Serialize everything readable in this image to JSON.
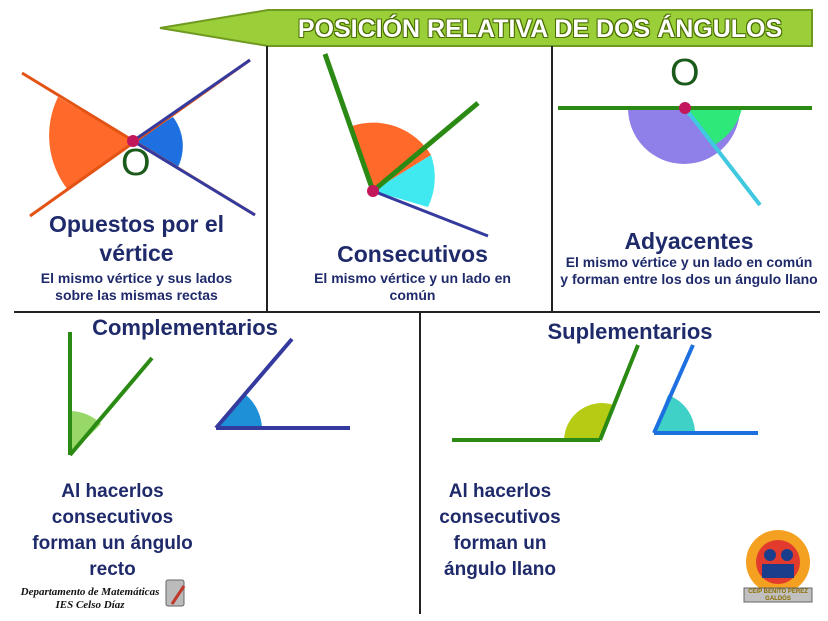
{
  "title": "POSICIÓN RELATIVA DE DOS ÁNGULOS",
  "vertex_label": "O",
  "panels": {
    "opuestos": {
      "heading": "Opuestos por el vértice",
      "description": "El mismo vértice y sus lados sobre las mismas rectas"
    },
    "consecutivos": {
      "heading": "Consecutivos",
      "description": "El mismo vértice y un lado en común"
    },
    "adyacentes": {
      "heading": "Adyacentes",
      "description": "El mismo vértice y un lado en común y forman entre los dos un ángulo llano"
    },
    "complementarios": {
      "heading": "Complementarios",
      "description": "Al hacerlos consecutivos forman un ángulo recto"
    },
    "suplementarios": {
      "heading": "Suplementarios",
      "description": "Al hacerlos consecutivos forman un ángulo llano"
    }
  },
  "footer": {
    "line1": "Departamento de Matemáticas",
    "line2": "IES Celso Díaz"
  },
  "logo": {
    "text": "CEIP BENITO PÉREZ GALDÓS"
  },
  "colors": {
    "title_bg": "#9bcf3a",
    "heading_text": "#1f2a6b",
    "orange": "#ff6a2a",
    "blue": "#1e6fe0",
    "green_line": "#2a8a14",
    "navy_line": "#353a9e",
    "cyan": "#40e8f0",
    "lavender": "#8f7fe8",
    "light_green": "#2ee87a",
    "yellow_green": "#b6cc14",
    "teal": "#3fd0c8",
    "light_green_fill": "#98d868"
  }
}
